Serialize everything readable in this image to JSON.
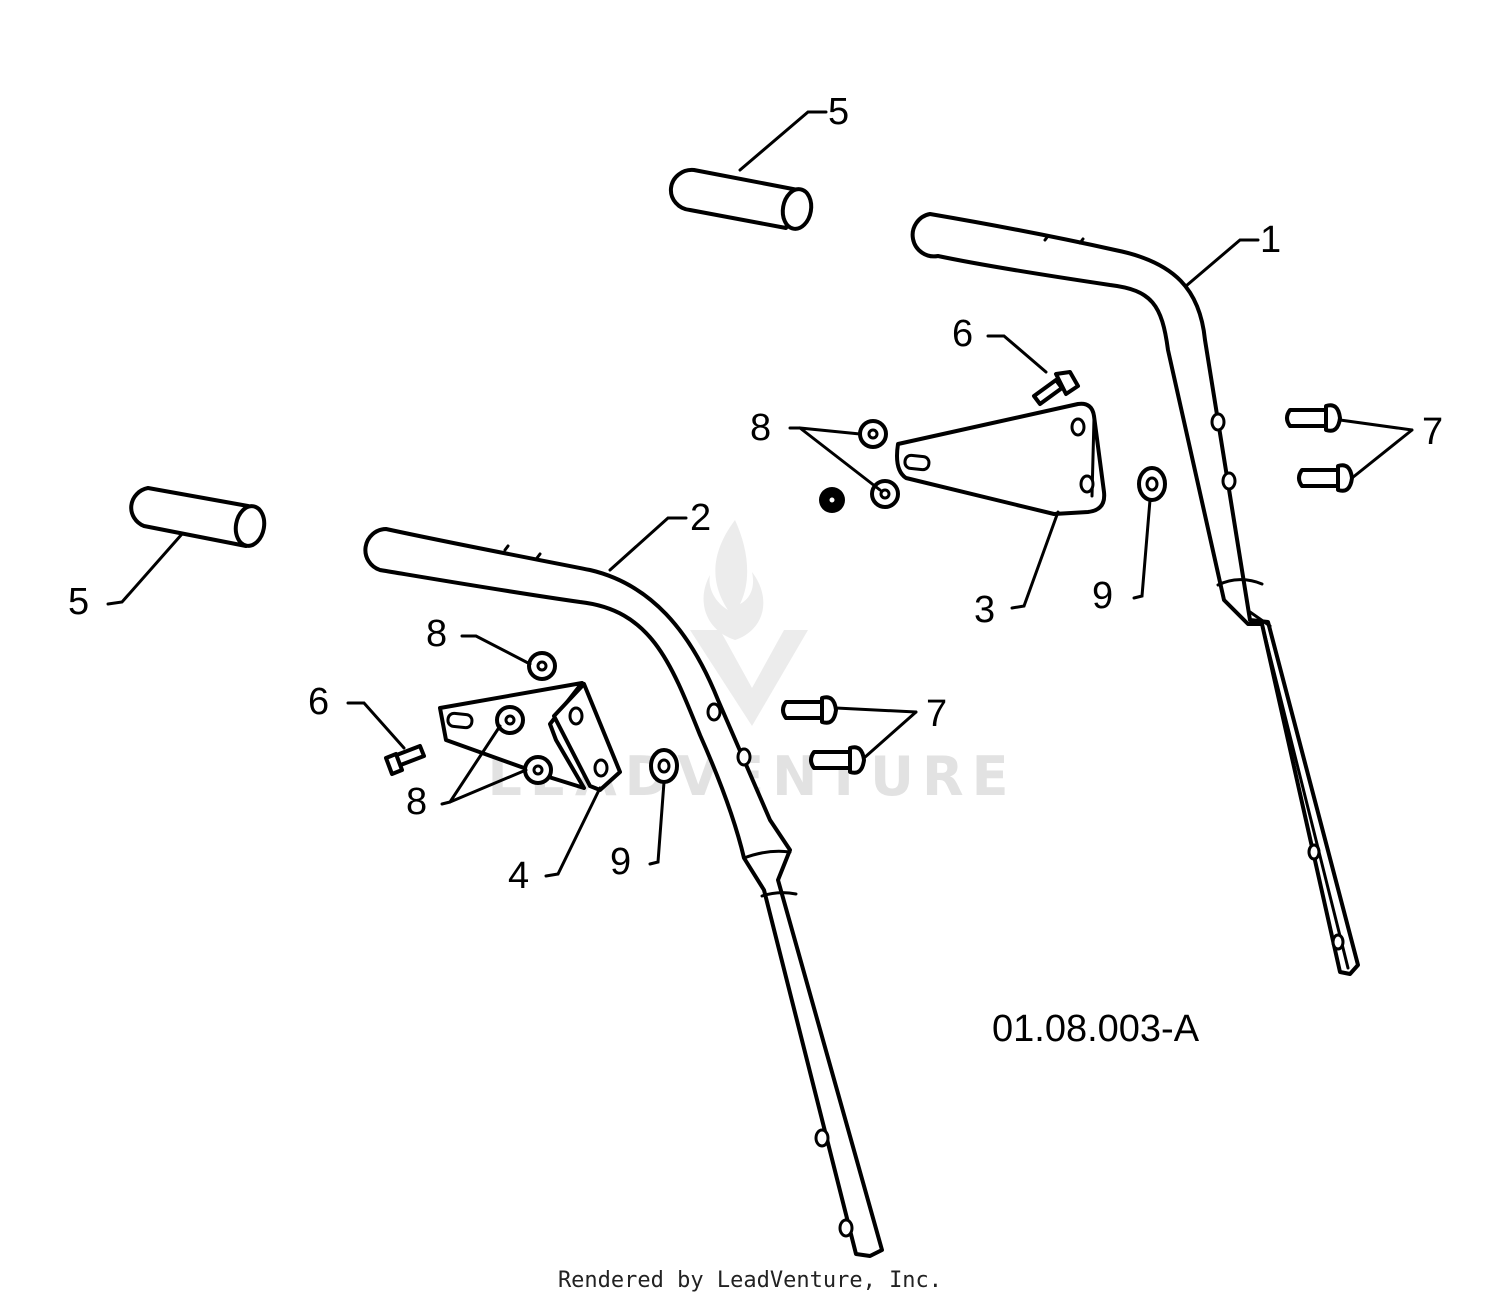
{
  "diagram": {
    "drawing_code": "01.08.003-A",
    "watermark": "LEADVENTURE",
    "callouts": {
      "c1": "1",
      "c2": "2",
      "c3": "3",
      "c4": "4",
      "c5a": "5",
      "c5b": "5",
      "c6a": "6",
      "c6b": "6",
      "c7a": "7",
      "c7b": "7",
      "c8a": "8",
      "c8b": "8",
      "c8c": "8",
      "c9a": "9",
      "c9b": "9"
    }
  },
  "footer": {
    "text": "Rendered by LeadVenture, Inc."
  }
}
